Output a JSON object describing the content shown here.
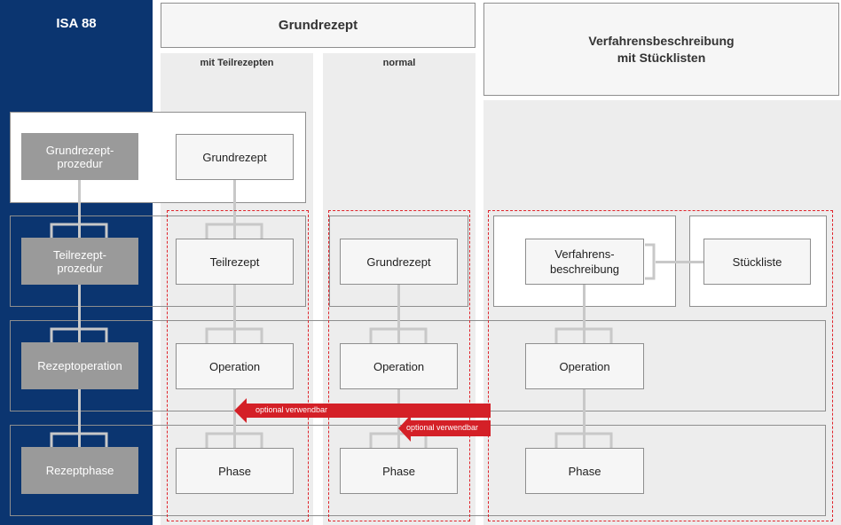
{
  "columns": {
    "isa88": {
      "title": "ISA 88"
    },
    "grundrezept": {
      "title": "Grundrezept",
      "sub_mit_teilrezepten": "mit Teilrezepten",
      "sub_normal": "normal"
    },
    "verfahrensbeschreibung": {
      "title": "Verfahrensbeschreibung\nmit Stücklisten"
    }
  },
  "levels": [
    {
      "id": "grundrezept-prozedur",
      "label": "Grundrezept-\nprozedur"
    },
    {
      "id": "teilrezept-prozedur",
      "label": "Teilrezept-\nprozedur"
    },
    {
      "id": "rezeptoperation",
      "label": "Rezeptoperation"
    },
    {
      "id": "rezeptphase",
      "label": "Rezeptphase"
    }
  ],
  "teil_column_boxes": {
    "grundrezept": "Grundrezept",
    "teilrezept": "Teilrezept",
    "operation": "Operation",
    "phase": "Phase"
  },
  "normal_column_boxes": {
    "grundrezept": "Grundrezept",
    "operation": "Operation",
    "phase": "Phase"
  },
  "verfahren_column_boxes": {
    "verfahrensbeschreibung": "Verfahrens-\nbeschreibung",
    "stueckliste": "Stückliste",
    "operation": "Operation",
    "phase": "Phase"
  },
  "arrows": [
    {
      "id": "optional-1",
      "label": "optional verwendbar"
    },
    {
      "id": "optional-2",
      "label": "optional verwendbar"
    }
  ],
  "colors": {
    "isa_blue": "#0b3570",
    "light_band": "#ededed",
    "box_grey": "#9a9a9a",
    "accent_red": "#e0232a",
    "arrow_red": "#d42027"
  }
}
